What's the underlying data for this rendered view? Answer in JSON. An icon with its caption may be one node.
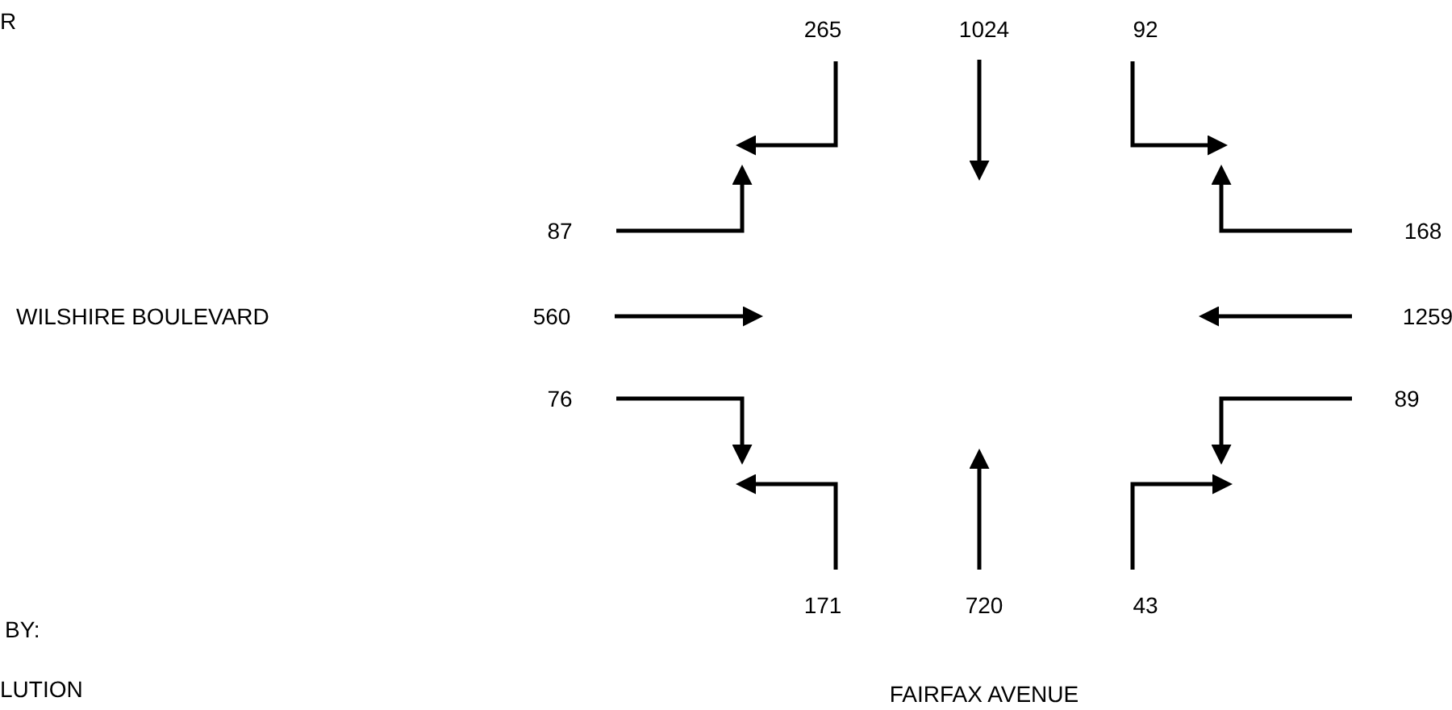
{
  "diagram": {
    "labels": [
      "R",
      "265",
      "1024",
      "92",
      "87",
      "168",
      "WILSHIRE BOULEVARD",
      "560",
      "1259",
      "76",
      "89",
      "171",
      "720",
      "43",
      "BY:",
      "LUTION",
      "FAIRFAX AVENUE"
    ]
  }
}
